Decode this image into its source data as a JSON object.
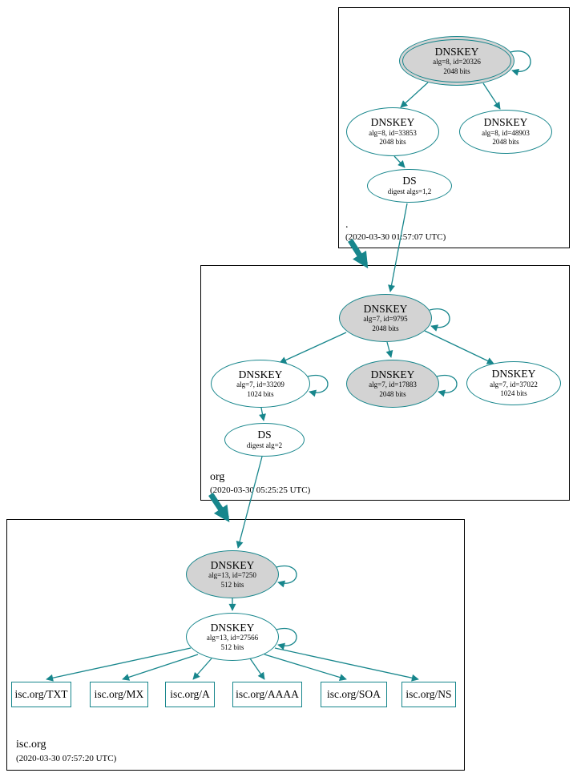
{
  "colors": {
    "edge": "#17868c",
    "ksk_fill": "#d3d3d3",
    "node_fill": "#ffffff",
    "zone_border": "#000000"
  },
  "zones": {
    "root": {
      "label": ".",
      "timestamp": "(2020-03-30 01:57:07 UTC)",
      "ksk": {
        "title": "DNSKEY",
        "alg": "alg=8, id=20326",
        "bits": "2048 bits"
      },
      "zsk_a": {
        "title": "DNSKEY",
        "alg": "alg=8, id=33853",
        "bits": "2048 bits"
      },
      "zsk_b": {
        "title": "DNSKEY",
        "alg": "alg=8, id=48903",
        "bits": "2048 bits"
      },
      "ds": {
        "title": "DS",
        "digest": "digest algs=1,2"
      }
    },
    "org": {
      "label": "org",
      "timestamp": "(2020-03-30 05:25:25 UTC)",
      "ksk": {
        "title": "DNSKEY",
        "alg": "alg=7, id=9795",
        "bits": "2048 bits"
      },
      "zsk_a": {
        "title": "DNSKEY",
        "alg": "alg=7, id=33209",
        "bits": "1024 bits"
      },
      "zsk_b": {
        "title": "DNSKEY",
        "alg": "alg=7, id=17883",
        "bits": "2048 bits"
      },
      "zsk_c": {
        "title": "DNSKEY",
        "alg": "alg=7, id=37022",
        "bits": "1024 bits"
      },
      "ds": {
        "title": "DS",
        "digest": "digest alg=2"
      }
    },
    "isc": {
      "label": "isc.org",
      "timestamp": "(2020-03-30 07:57:20 UTC)",
      "ksk": {
        "title": "DNSKEY",
        "alg": "alg=13, id=7250",
        "bits": "512 bits"
      },
      "zsk": {
        "title": "DNSKEY",
        "alg": "alg=13, id=27566",
        "bits": "512 bits"
      },
      "rrsets": [
        {
          "label": "isc.org/TXT"
        },
        {
          "label": "isc.org/MX"
        },
        {
          "label": "isc.org/A"
        },
        {
          "label": "isc.org/AAAA"
        },
        {
          "label": "isc.org/SOA"
        },
        {
          "label": "isc.org/NS"
        }
      ]
    }
  }
}
